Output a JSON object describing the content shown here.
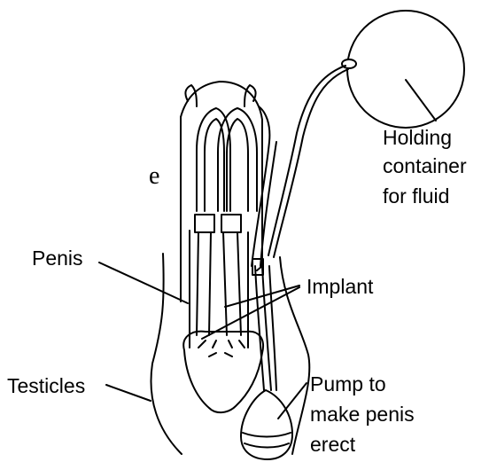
{
  "diagram": {
    "labels": {
      "holding_line1": "Holding",
      "holding_line2": "container",
      "holding_line3": "for fluid",
      "penis": "Penis",
      "implant": "Implant",
      "testicles": "Testicles",
      "pump_line1": "Pump  to",
      "pump_line2": "make penis",
      "pump_line3": "erect"
    },
    "edge_fragment": "e"
  }
}
